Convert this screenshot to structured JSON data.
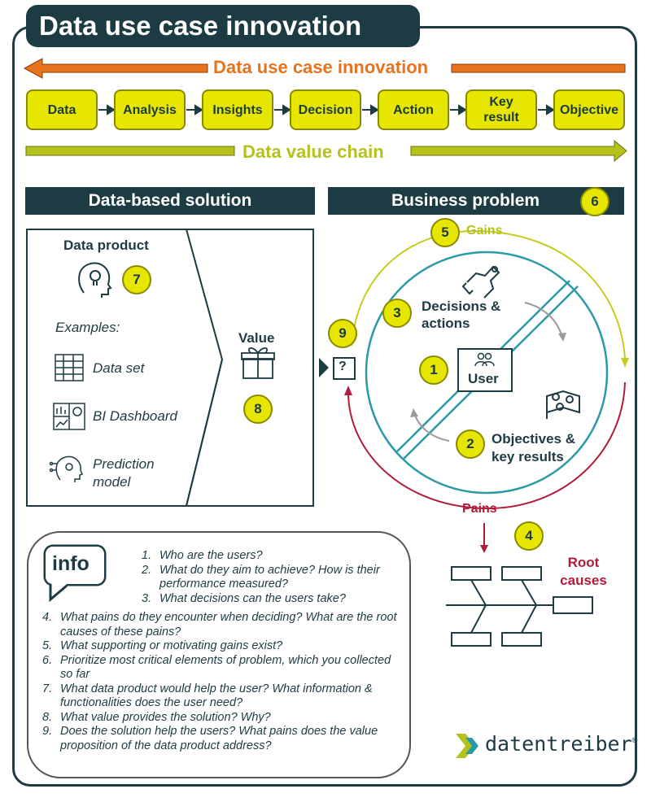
{
  "title": "Data use case innovation",
  "top_band": {
    "label": "Data use case innovation"
  },
  "steps": [
    {
      "label": "Data"
    },
    {
      "label": "Analysis"
    },
    {
      "label": "Insights"
    },
    {
      "label": "Decision"
    },
    {
      "label": "Action"
    },
    {
      "label": "Key result"
    },
    {
      "label": "Objective"
    }
  ],
  "value_chain": {
    "label": "Data value chain"
  },
  "solution": {
    "heading": "Data-based solution",
    "product_title": "Data product",
    "examples_label": "Examples:",
    "examples": [
      "Data set",
      "BI Dashboard",
      "Prediction model"
    ],
    "value_label": "Value",
    "question_mark": "?"
  },
  "problem": {
    "heading": "Business problem",
    "gains": "Gains",
    "pains": "Pains",
    "decisions": "Decisions & actions",
    "user": "User",
    "objectives": "Objectives & key results",
    "root_causes": "Root causes"
  },
  "badges": [
    "1",
    "2",
    "3",
    "4",
    "5",
    "6",
    "7",
    "8",
    "9"
  ],
  "info": {
    "icon_text": "info",
    "questions": [
      {
        "n": "1.",
        "text": "Who are the users?"
      },
      {
        "n": "2.",
        "text": "What do they aim to achieve? How is their performance measured?"
      },
      {
        "n": "3.",
        "text": "What decisions can the users take?"
      },
      {
        "n": "4.",
        "text": "What pains do they encounter when deciding? What are the root causes of these pains?"
      },
      {
        "n": "5.",
        "text": "What supporting or motivating gains exist?"
      },
      {
        "n": "6.",
        "text": "Prioritize most critical elements of problem, which you collected so far"
      },
      {
        "n": "7.",
        "text": "What data product would help the user? What information & functionalities does the user need?"
      },
      {
        "n": "8.",
        "text": "What value provides the solution? Why?"
      },
      {
        "n": "9.",
        "text": "Does the solution help the users? What pains does the value proposition of the data product address?"
      }
    ]
  },
  "logo": {
    "text": "datentreiber",
    "mark": "®"
  },
  "colors": {
    "dark": "#1d3b43",
    "yellow": "#e6e600",
    "orange": "#e8731e",
    "green": "#b5c21b",
    "teal": "#2a9aa8",
    "red": "#b01c3a"
  }
}
